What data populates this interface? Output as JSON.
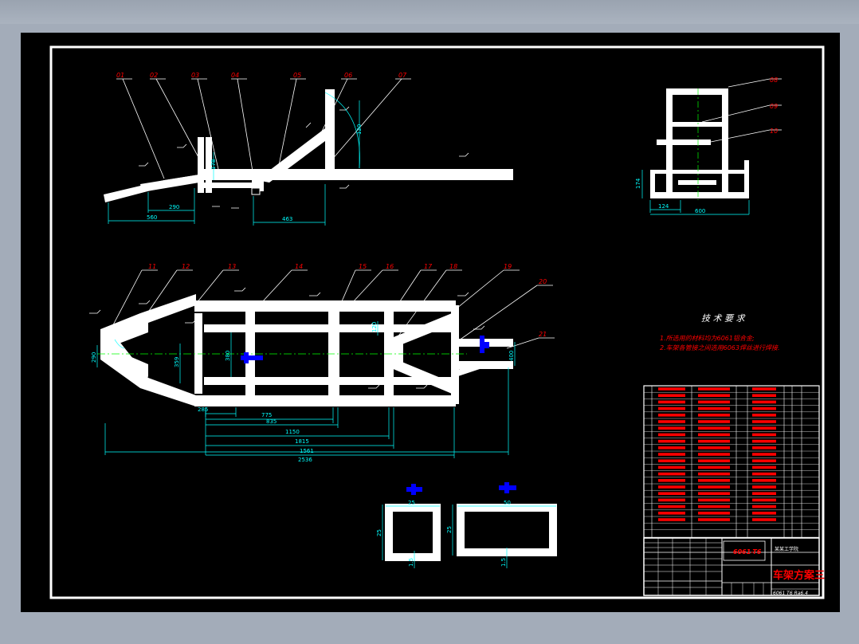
{
  "balloons_side": [
    "01",
    "02",
    "03",
    "04",
    "05",
    "06",
    "07"
  ],
  "balloons_plan": [
    "11",
    "12",
    "13",
    "14",
    "15",
    "16",
    "17",
    "18",
    "19",
    "20",
    "21"
  ],
  "balloons_end": [
    "08",
    "09",
    "10"
  ],
  "dims_side": {
    "d560": "560",
    "d290": "290",
    "d463": "463",
    "d178": "178",
    "d120": "120"
  },
  "dims_end": {
    "d124": "124",
    "d600": "600",
    "d174": "174"
  },
  "dims_plan": {
    "d285": "285",
    "d775": "775",
    "d835": "835",
    "d1150": "1150",
    "d1815": "1815",
    "d1561": "1561",
    "d2536": "2536",
    "d290": "290",
    "d359": "359",
    "d380": "380",
    "d120": "120",
    "d400": "400"
  },
  "sections": {
    "w25": "25",
    "w50": "50",
    "h25": "25",
    "t15": "1.5"
  },
  "tech": {
    "title": "技 术 要 求",
    "note1": "1.所选用的材料均为6061铝合金;",
    "note2": "2.车架各管接之间选用6063焊丝进行焊接."
  },
  "title_block": {
    "drawing_no": "6061-T6",
    "project": "车架方案三",
    "school": "某某工学院",
    "bottom_code": "6061  T6 Ra6.4",
    "material_row_code": "6061-T6"
  },
  "colors": {
    "part": "#ffffff",
    "dim": "#00ffff",
    "balloon": "#ff0000",
    "center": "#00ff00",
    "sectionmark": "#0000ff",
    "frame": "#ffffff"
  }
}
